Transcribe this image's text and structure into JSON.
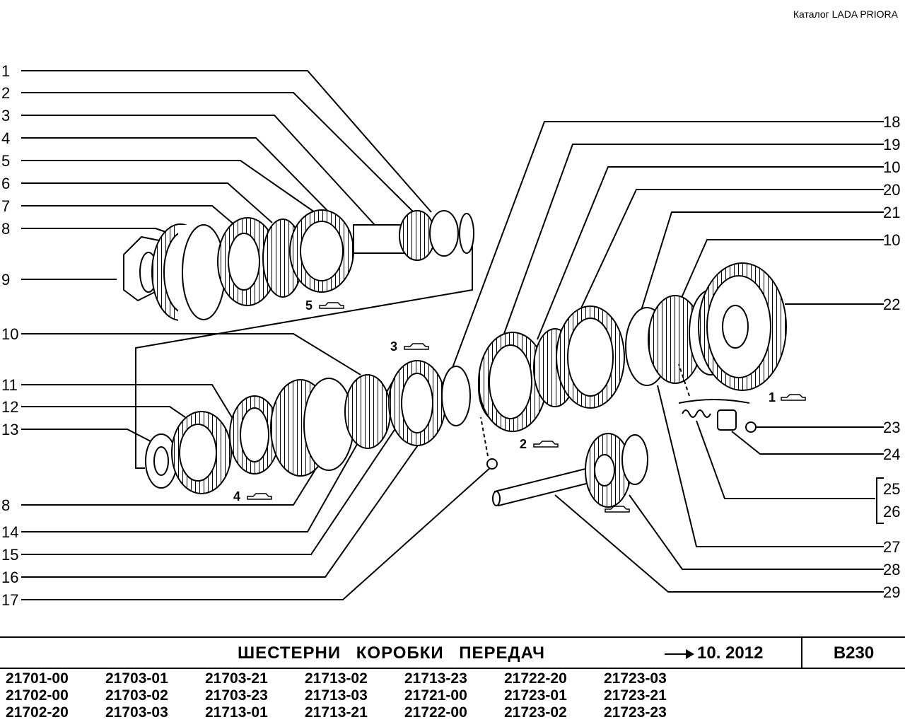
{
  "header": {
    "catalog": "Каталог  LADA  PRIORA"
  },
  "callouts": {
    "left": [
      "1",
      "2",
      "3",
      "4",
      "5",
      "6",
      "7",
      "8",
      "9",
      "10",
      "11",
      "12",
      "13",
      "8",
      "14",
      "15",
      "16",
      "17"
    ],
    "right": [
      "18",
      "19",
      "10",
      "20",
      "21",
      "10",
      "22",
      "23",
      "24",
      "25",
      "26",
      "27",
      "28",
      "29"
    ]
  },
  "gear_labels": [
    "5",
    "3",
    "4",
    "2",
    "1"
  ],
  "title_block": {
    "title": "ШЕСТЕРНИ   КОРОБКИ   ПЕРЕДАЧ",
    "date": "10. 2012",
    "code": "B230"
  },
  "models": [
    "21701-00",
    "21702-00",
    "21702-20",
    "21703-01",
    "21703-02",
    "21703-03",
    "21703-21",
    "21703-23",
    "21713-01",
    "21713-02",
    "21713-03",
    "21713-21",
    "21713-23",
    "21721-00",
    "21722-00",
    "21722-20",
    "21723-01",
    "21723-02",
    "21723-03",
    "21723-21",
    "21723-23"
  ],
  "colors": {
    "ink": "#000000",
    "paper": "#ffffff"
  }
}
